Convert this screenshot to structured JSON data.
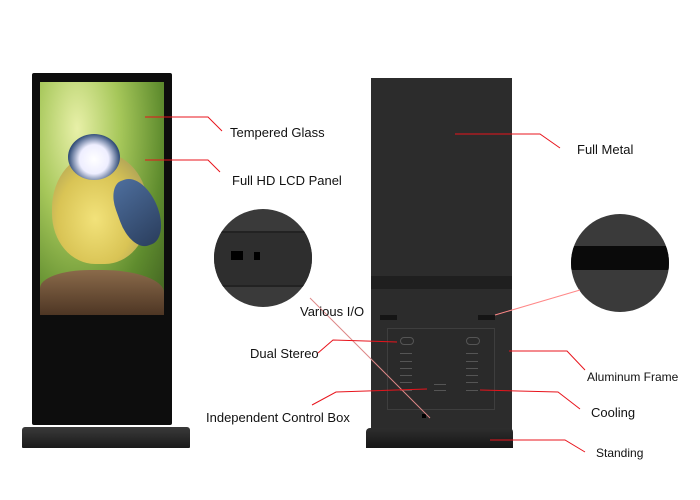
{
  "labels": {
    "tempered_glass": "Tempered Glass",
    "lcd_panel": "Full HD LCD Panel",
    "full_metal": "Full Metal",
    "various_io": "Various I/O",
    "dual_stereo": "Dual Stereo",
    "aluminum_frame": "Aluminum Frame",
    "cooling": "Cooling",
    "control_box": "Independent Control Box",
    "standing": "Standing"
  },
  "colors": {
    "callout_line": "#e8141c",
    "text": "#111111",
    "kiosk": "#0d0d0d"
  }
}
